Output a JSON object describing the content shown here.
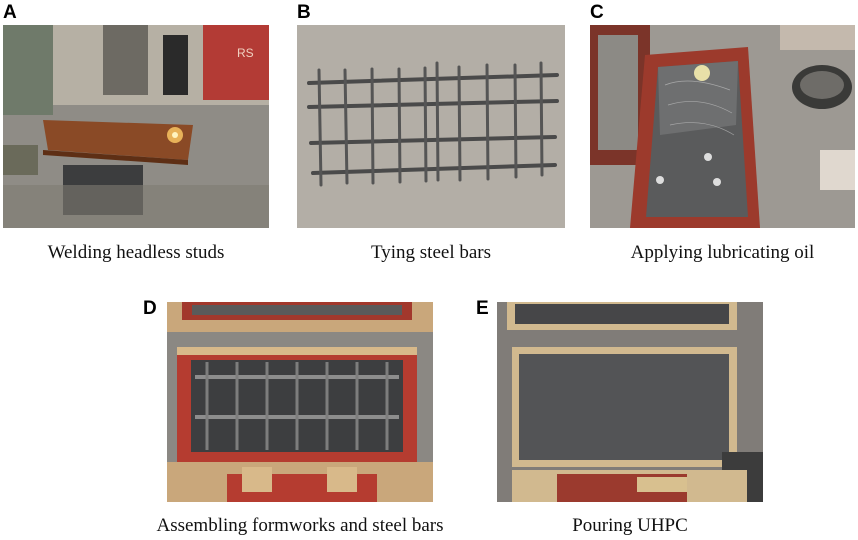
{
  "panels": [
    {
      "letter": "A",
      "caption": "Welding headless studs"
    },
    {
      "letter": "B",
      "caption": "Tying steel bars"
    },
    {
      "letter": "C",
      "caption": "Applying lubricating oil"
    },
    {
      "letter": "D",
      "caption": "Assembling formworks and steel bars"
    },
    {
      "letter": "E",
      "caption": "Pouring UHPC"
    }
  ],
  "machine_label": "RS"
}
